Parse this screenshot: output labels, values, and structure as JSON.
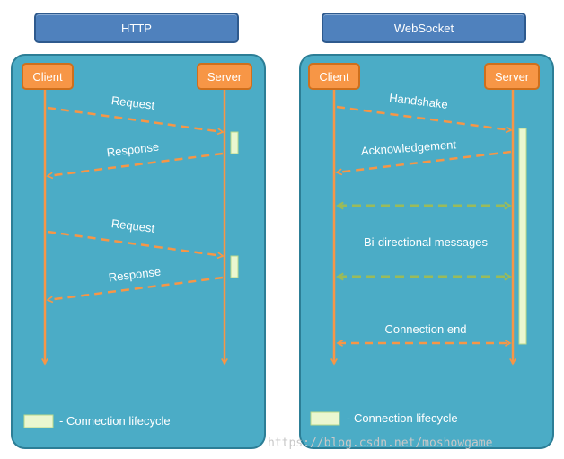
{
  "http": {
    "title": "HTTP",
    "client_label": "Client",
    "server_label": "Server",
    "messages": [
      "Request",
      "Response",
      "Request",
      "Response"
    ],
    "legend": "- Connection lifecycle"
  },
  "websocket": {
    "title": "WebSocket",
    "client_label": "Client",
    "server_label": "Server",
    "messages": [
      "Handshake",
      "Acknowledgement",
      "Bi-directional messages",
      "Connection end"
    ],
    "legend": "- Connection lifecycle"
  },
  "watermark": "https://blog.csdn.net/moshowgame",
  "colors": {
    "title_fill": "#4f81bd",
    "panel_fill": "#4bacc6",
    "actor_fill": "#f79646",
    "arrow_orange": "#f79646",
    "arrow_green": "#9bbb59",
    "lifecycle_fill": "#ebf7d0"
  }
}
